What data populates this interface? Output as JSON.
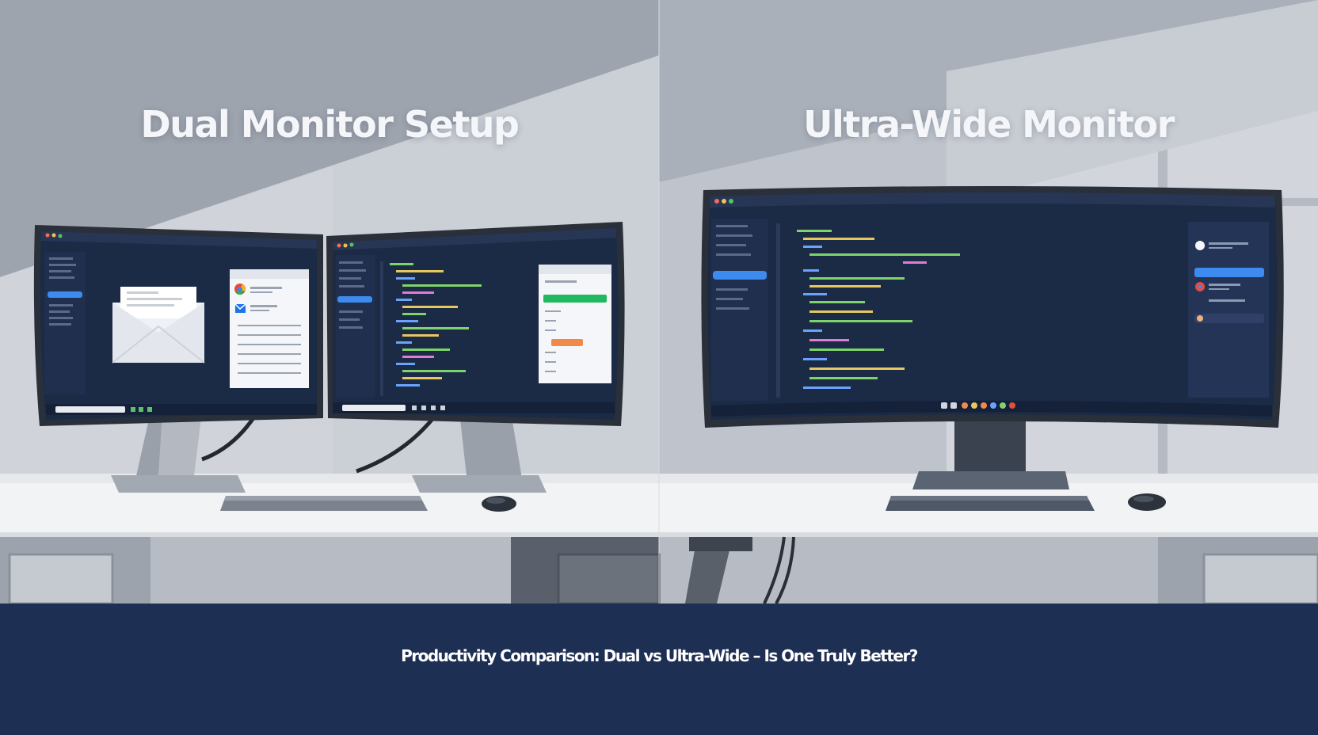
{
  "panels": {
    "left": {
      "title": "Dual Monitor Setup"
    },
    "right": {
      "title": "Ultra-Wide Monitor"
    }
  },
  "banner": {
    "text": "Productivity Comparison: Dual vs Ultra-Wide – Is One Truly Better?"
  },
  "colors": {
    "banner_bg": "#1e2f54",
    "screen_bg": "#1b2a45",
    "sidebar_accent": "#3d8bef",
    "green_button": "#22b860",
    "orange_item": "#f08a4b",
    "code_green": "#7fd36b",
    "code_yellow": "#e7c75f",
    "code_blue": "#6aa3ff",
    "code_pink": "#e07bd6"
  },
  "icons": [
    "envelope-icon",
    "chrome-icon",
    "outlook-icon",
    "window-control-icons"
  ]
}
